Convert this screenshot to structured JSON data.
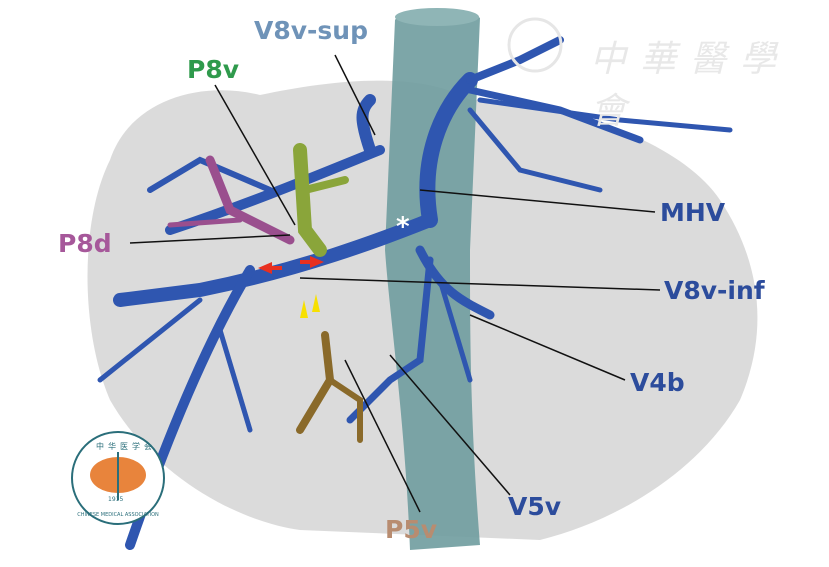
{
  "labels": {
    "v8v_sup": "V8v-sup",
    "p8v": "P8v",
    "p8d": "P8d",
    "mhv": "MHV",
    "v8v_inf": "V8v-inf",
    "v4b": "V4b",
    "v5v": "V5v",
    "p5v": "P5v",
    "asterisk": "*"
  },
  "watermark": {
    "text": "中華醫學會"
  },
  "logo": {
    "chinese": "中华医学会",
    "english": "CHINESE MEDICAL ASSOCIATION",
    "year": "1915"
  },
  "colors": {
    "v8v_sup": "#6f93b8",
    "p8v": "#2f9a4c",
    "p8d": "#a6589a",
    "blue_label": "#2c4c9c",
    "p5v": "#b88c70",
    "vein": "#2f56b0",
    "ivc": "#6f9c9e",
    "liver": "#cfcfcf"
  }
}
